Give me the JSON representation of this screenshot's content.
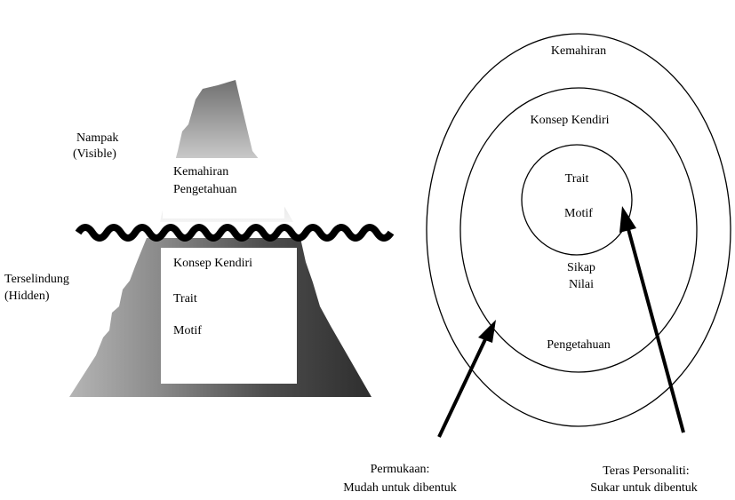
{
  "iceberg": {
    "visible_label": "Nampak",
    "visible_label_en": "(Visible)",
    "hidden_label": "Terselindung",
    "hidden_label_en": "(Hidden)",
    "above_items": [
      "Kemahiran",
      "Pengetahuan"
    ],
    "below_items": [
      "Konsep Kendiri",
      "Trait",
      "Motif"
    ]
  },
  "circles": {
    "outer": "Kemahiran",
    "outer_bottom": "Pengetahuan",
    "middle": "Konsep Kendiri",
    "middle_lower_1": "Sikap",
    "middle_lower_2": "Nilai",
    "inner_1": "Trait",
    "inner_2": "Motif"
  },
  "captions": {
    "surface_title": "Permukaan:",
    "surface_desc": "Mudah untuk dibentuk",
    "core_title": "Teras Personaliti:",
    "core_desc": "Sukar untuk dibentuk"
  },
  "colors": {
    "line": "#000000",
    "iceberg_dark": "#3a3a3a",
    "iceberg_light": "#f2f2f2"
  }
}
